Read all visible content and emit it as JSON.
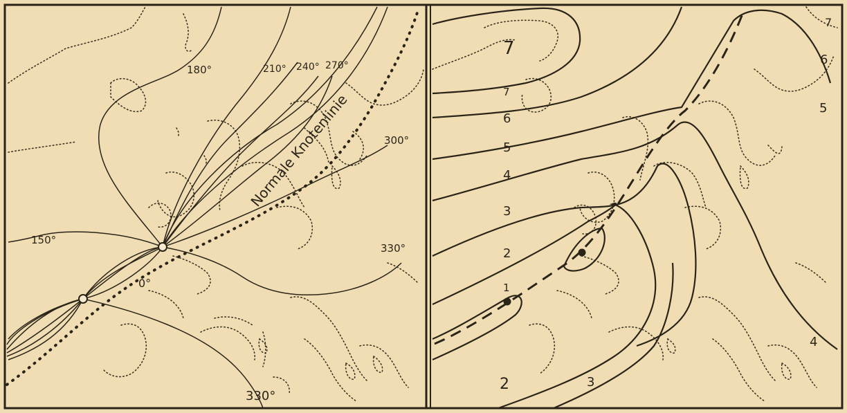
{
  "left_map": {
    "phase_labels": [
      "180°",
      "210°",
      "240°",
      "270°",
      "300°",
      "150°",
      "330°",
      "0°",
      "330°"
    ],
    "nodal_line_label": "Normale Knotenlinie"
  },
  "right_map": {
    "contour_labels": [
      "7",
      "7",
      "6",
      "5",
      "4",
      "3",
      "2",
      "1",
      "2",
      "3",
      "7",
      "6",
      "5",
      "4"
    ]
  }
}
